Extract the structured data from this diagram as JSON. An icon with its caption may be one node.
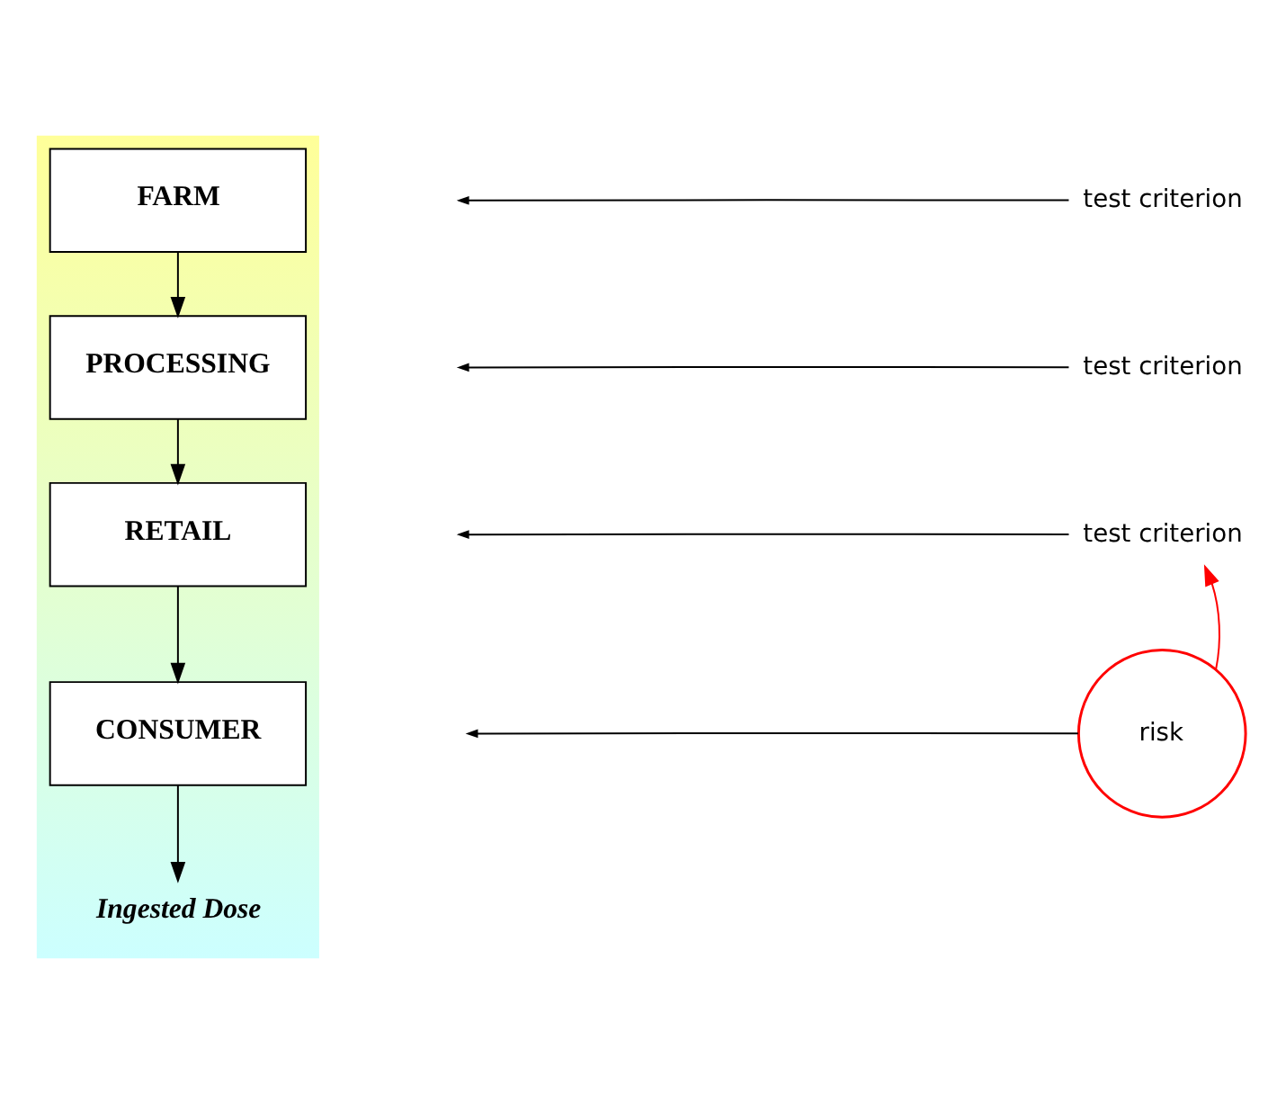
{
  "diagram": {
    "nodes": [
      {
        "text": [],
        "shape": "band"
      },
      {
        "text": [
          "FARM"
        ],
        "in": 0
      },
      {
        "text": [
          "PROCESSING"
        ],
        "in": 0
      },
      {
        "text": [
          "RETAIL"
        ],
        "in": 0
      },
      {
        "text": [
          "CONSUMER"
        ],
        "in": 0
      },
      {
        "text": [
          "Ingested Dose"
        ],
        "in": 0
      },
      {
        "text": [
          "test criterion"
        ]
      },
      {
        "text": [
          "test criterion"
        ]
      },
      {
        "text": [
          "test criterion"
        ]
      },
      {
        "text": [
          "risk"
        ]
      }
    ],
    "edges": [
      {
        "from": 1,
        "to": 2,
        "arrow": "to"
      },
      {
        "from": 2,
        "to": 3,
        "arrow": "to"
      },
      {
        "from": 3,
        "to": 4,
        "arrow": "to"
      },
      {
        "from": 4,
        "to": 5,
        "arrow": "to"
      },
      {
        "from": 6,
        "to": null,
        "arrow": "to"
      },
      {
        "from": 7,
        "to": null,
        "arrow": "to"
      },
      {
        "from": 8,
        "to": null,
        "arrow": "to"
      },
      {
        "from": 9,
        "to": null,
        "arrow": "to"
      },
      {
        "from": 9,
        "to": 8,
        "arrow": "to",
        "color": "#ff0000"
      }
    ]
  }
}
